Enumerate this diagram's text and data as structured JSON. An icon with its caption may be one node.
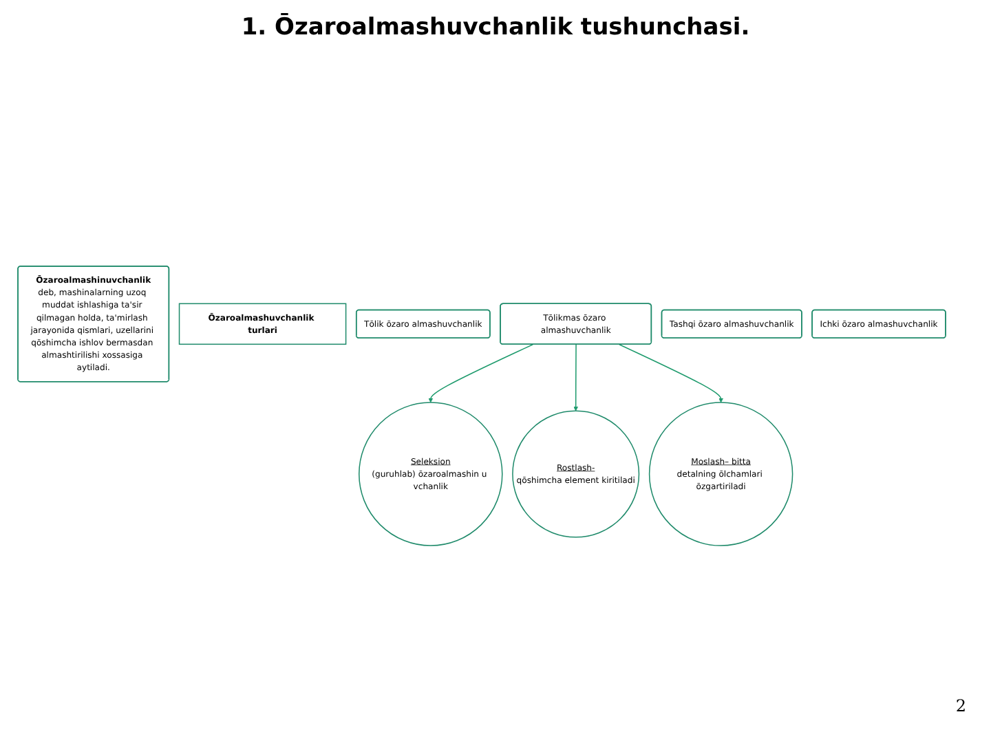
{
  "diagram": {
    "title": "1. Ōzaroalmashuvchanlik tushunchasi.",
    "nodes": [
      {
        "text": [
          "Ōzaroalmashinuvchanlik",
          "deb, mashinalarning uzoq muddat ishlashiga ta'sir qilmagan holda, ta'mirlash jarayonida qismlari, uzellarini qōshimcha ishlov bermasdan almashtirilishi xossasiga aytiladi."
        ]
      },
      {
        "text": [
          "Ōzaroalmashuvchanlik turlari"
        ]
      },
      {
        "text": [
          "Tōlik ōzaro almashuvchanlik"
        ]
      },
      {
        "text": [
          "Tōlikmas ōzaro almashuvchanlik"
        ]
      },
      {
        "text": [
          "Tashqi ōzaro almashuvchanlik"
        ]
      },
      {
        "text": [
          "Ichki ōzaro almashuvchanlik"
        ]
      },
      {
        "text": [
          "Seleksion",
          "(guruhlab) ōzaroalmashin u vchanlik"
        ]
      },
      {
        "text": [
          "Rostlash-",
          "qōshimcha element kiritiladi"
        ]
      },
      {
        "text": [
          "Moslash– bitta",
          "detalning ōlchamlari ōzgartiriladi"
        ]
      }
    ],
    "edges": [
      {
        "from": 3,
        "to": 6,
        "arrow": "to"
      },
      {
        "from": 3,
        "to": 7,
        "arrow": "to"
      },
      {
        "from": 3,
        "to": 8,
        "arrow": "to"
      }
    ],
    "labels": [
      "2"
    ]
  }
}
